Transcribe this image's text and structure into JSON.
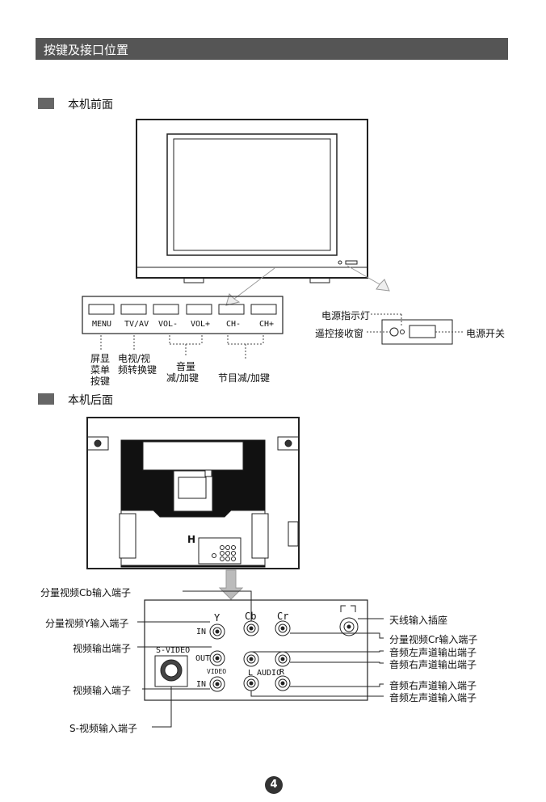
{
  "header": {
    "title": "按键及接口位置"
  },
  "front": {
    "section_title": "本机前面",
    "buttons": [
      "MENU",
      "TV/AV",
      "VOL-",
      "VOL+",
      "CH-",
      "CH+"
    ],
    "button_desc": {
      "menu": "屏显\n菜单\n按键",
      "tvav": "电视/视\n频转换键",
      "vol_line1": "音量",
      "vol_line2": "减/加键",
      "ch": "节目减/加键"
    },
    "panel_labels": {
      "power_indicator": "电源指示灯",
      "remote_receiver": "遥控接收窗",
      "power_switch": "电源开关"
    }
  },
  "back": {
    "section_title": "本机后面",
    "tv_marker": "H",
    "jack_labels": {
      "y": "Y",
      "cb": "Cb",
      "cr": "Cr",
      "in1": "IN",
      "out": "OUT",
      "video": "VIDEO",
      "in2": "IN",
      "svideo": "S-VIDEO",
      "l": "L",
      "audio": "AUDIO",
      "r": "R"
    },
    "callouts": {
      "cb_in": "分量视频Cb输入端子",
      "y_in": "分量视频Y输入端子",
      "video_out": "视频输出端子",
      "video_in": "视频输入端子",
      "svideo_in": "S-视频输入端子",
      "antenna_in": "天线输入插座",
      "cr_in": "分量视频Cr输入端子",
      "audio_l_out": "音频左声道输出端子",
      "audio_r_out": "音频右声道输出端子",
      "audio_r_in": "音频右声道输入端子",
      "audio_l_in": "音频左声道输入端子"
    }
  },
  "page_number": "4"
}
